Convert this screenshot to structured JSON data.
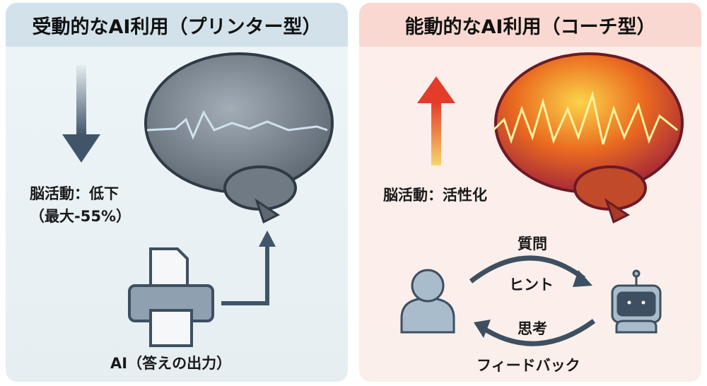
{
  "left": {
    "title": "受動的なAI利用（プリンター型）",
    "brain_activity": "脳活動：低下",
    "brain_activity_detail": "（最大-55%）",
    "printer_label": "AI（答えの出力）",
    "color": "#d3e2ea"
  },
  "right": {
    "title": "能動的なAI利用（コーチ型）",
    "brain_activity": "脳活動：活性化",
    "loop_top_1": "質問",
    "loop_top_2": "ヒント",
    "loop_bottom_1": "思考",
    "loop_bottom_2": "フィードバック",
    "color": "#f8d8d0"
  }
}
